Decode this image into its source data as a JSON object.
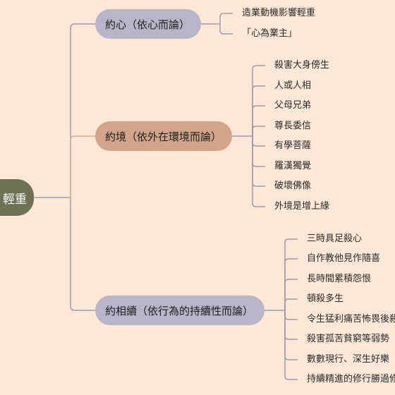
{
  "colors": {
    "background": "#fde8d8",
    "root": "#6e7153",
    "branch_gray": "#b7b5c8",
    "branch_highlight": "#d3a48a",
    "line": "#9e9aae",
    "line_highlight": "#d7ab93"
  },
  "root": {
    "label": "輕重"
  },
  "branches": [
    {
      "label": "約心（依心而論）",
      "highlight": false,
      "leaves": [
        "造業動機影響輕重",
        "「心為業主」"
      ]
    },
    {
      "label": "約境（依外在環境而論）",
      "highlight": true,
      "leaves": [
        "殺害大身傍生",
        "人或人相",
        "父母兄弟",
        "尊長委信",
        "有學菩薩",
        "羅漢獨覺",
        "破壞佛像",
        "外境是增上緣"
      ]
    },
    {
      "label": "約相續（依行為的持續性而論）",
      "highlight": false,
      "leaves": [
        "三時具足殺心",
        "自作教他見作隨喜",
        "長時間累積怨恨",
        "頓殺多生",
        "令生猛利痛苦怖畏後殺",
        "殺害孤苦貧窮等弱勢",
        "數數現行、深生好樂",
        "持續精進的修行勝過修"
      ]
    }
  ]
}
